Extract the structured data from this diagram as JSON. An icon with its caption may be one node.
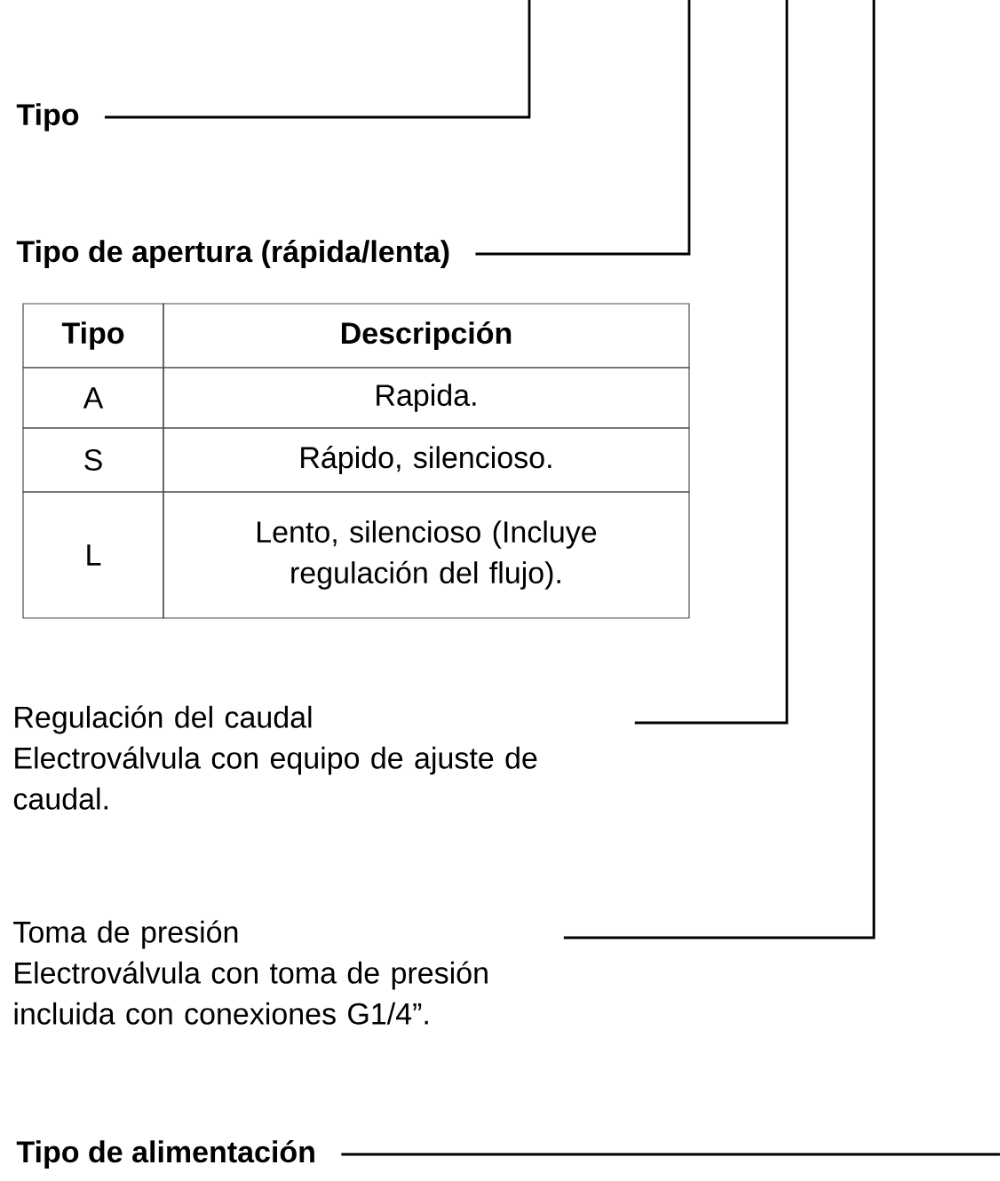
{
  "diagram": {
    "nodes": [
      {
        "text": [
          "Tipo"
        ]
      },
      {
        "text": [
          "Tipo de apertura (rápida/lenta)"
        ]
      },
      {
        "text": [
          "Regulación del caudal",
          "Electroválvula con equipo de ajuste de caudal."
        ]
      },
      {
        "text": [
          "Toma de presión",
          "Electroválvula con toma de presión incluida con conexiones G1/4”."
        ]
      },
      {
        "text": [
          "Tipo de alimentación"
        ]
      }
    ],
    "edges": [
      {
        "from": 0,
        "to": null,
        "arrow": "none"
      },
      {
        "from": 1,
        "to": null,
        "arrow": "none"
      },
      {
        "from": 2,
        "to": null,
        "arrow": "none"
      },
      {
        "from": 3,
        "to": null,
        "arrow": "none"
      },
      {
        "from": 4,
        "to": null,
        "arrow": "none"
      }
    ],
    "labels": [
      "Tipo",
      "Descripción",
      "A",
      "Rapida.",
      "S",
      "Rápido, silencioso.",
      "L",
      "Lento, silencioso (Incluye regulación del flujo)."
    ]
  }
}
